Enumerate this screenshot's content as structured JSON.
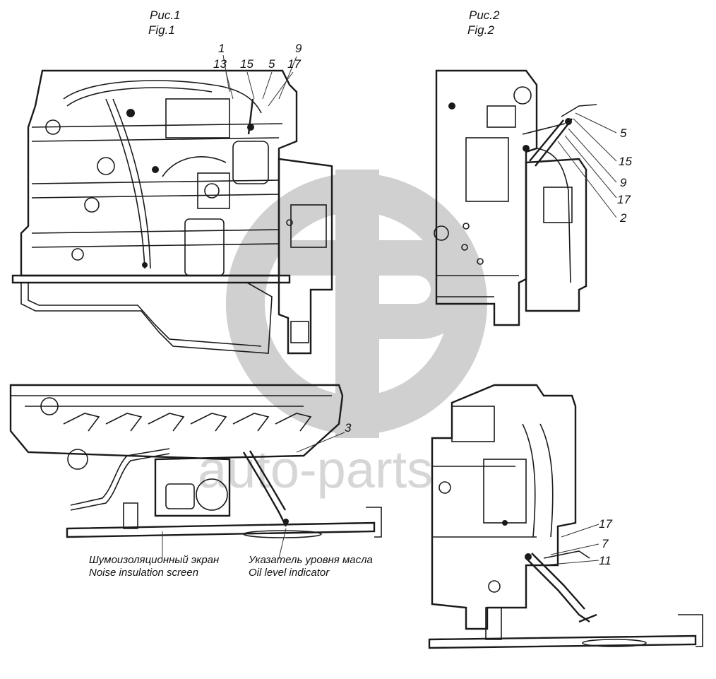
{
  "figures": {
    "fig1": {
      "title_ru": "Рис.1",
      "title_en": "Fig.1"
    },
    "fig2": {
      "title_ru": "Рис.2",
      "title_en": "Fig.2"
    }
  },
  "callouts": {
    "fig1_top": [
      "1",
      "13",
      "15",
      "5",
      "17",
      "9"
    ],
    "fig1_bottom": [
      "3"
    ],
    "fig2_top": [
      "5",
      "15",
      "9",
      "17",
      "2"
    ],
    "fig2_bottom": [
      "17",
      "7",
      "11"
    ]
  },
  "captions": {
    "screen_ru": "Шумоизоляционный экран",
    "screen_en": "Noise insulation screen",
    "indicator_ru": "Указатель уровня масла",
    "indicator_en": "Oil level  indicator"
  },
  "watermark": {
    "text": "auto-parts",
    "color": "#d0d0d0"
  }
}
